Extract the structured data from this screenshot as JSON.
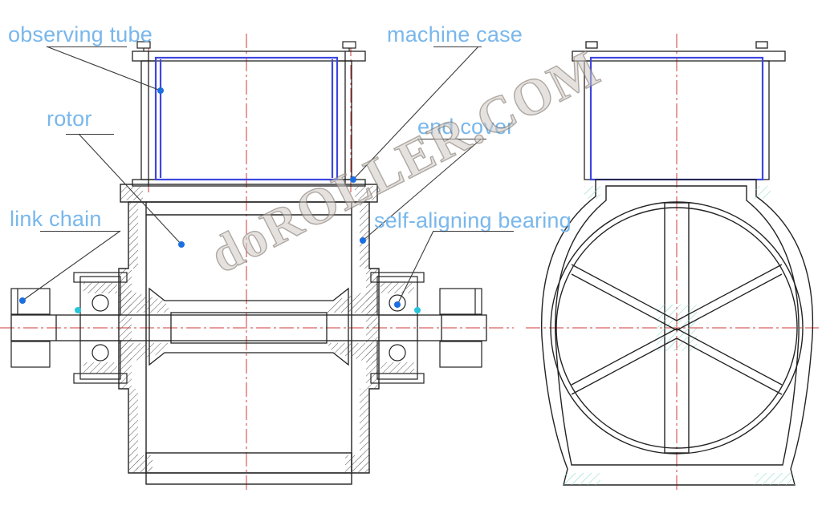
{
  "labels": {
    "observing_tube": "observing tube",
    "machine_case": "machine case",
    "rotor": "rotor",
    "end_cover": "end cover",
    "link_chain": "link chain",
    "self_aligning_bearing": "self-aligning bearing"
  },
  "watermark": "doROLLER.COM",
  "colors": {
    "label": "#79b7ec",
    "leader": "#3a3a3a",
    "outline": "#222222",
    "centerline": "#d23a3a",
    "highlight": "#3d46e0",
    "callout_dot": "#1c6fe0",
    "seal": "#26c6da"
  },
  "icons": [
    "callout-dot-icon",
    "bolt-icon",
    "hatch-pattern"
  ]
}
